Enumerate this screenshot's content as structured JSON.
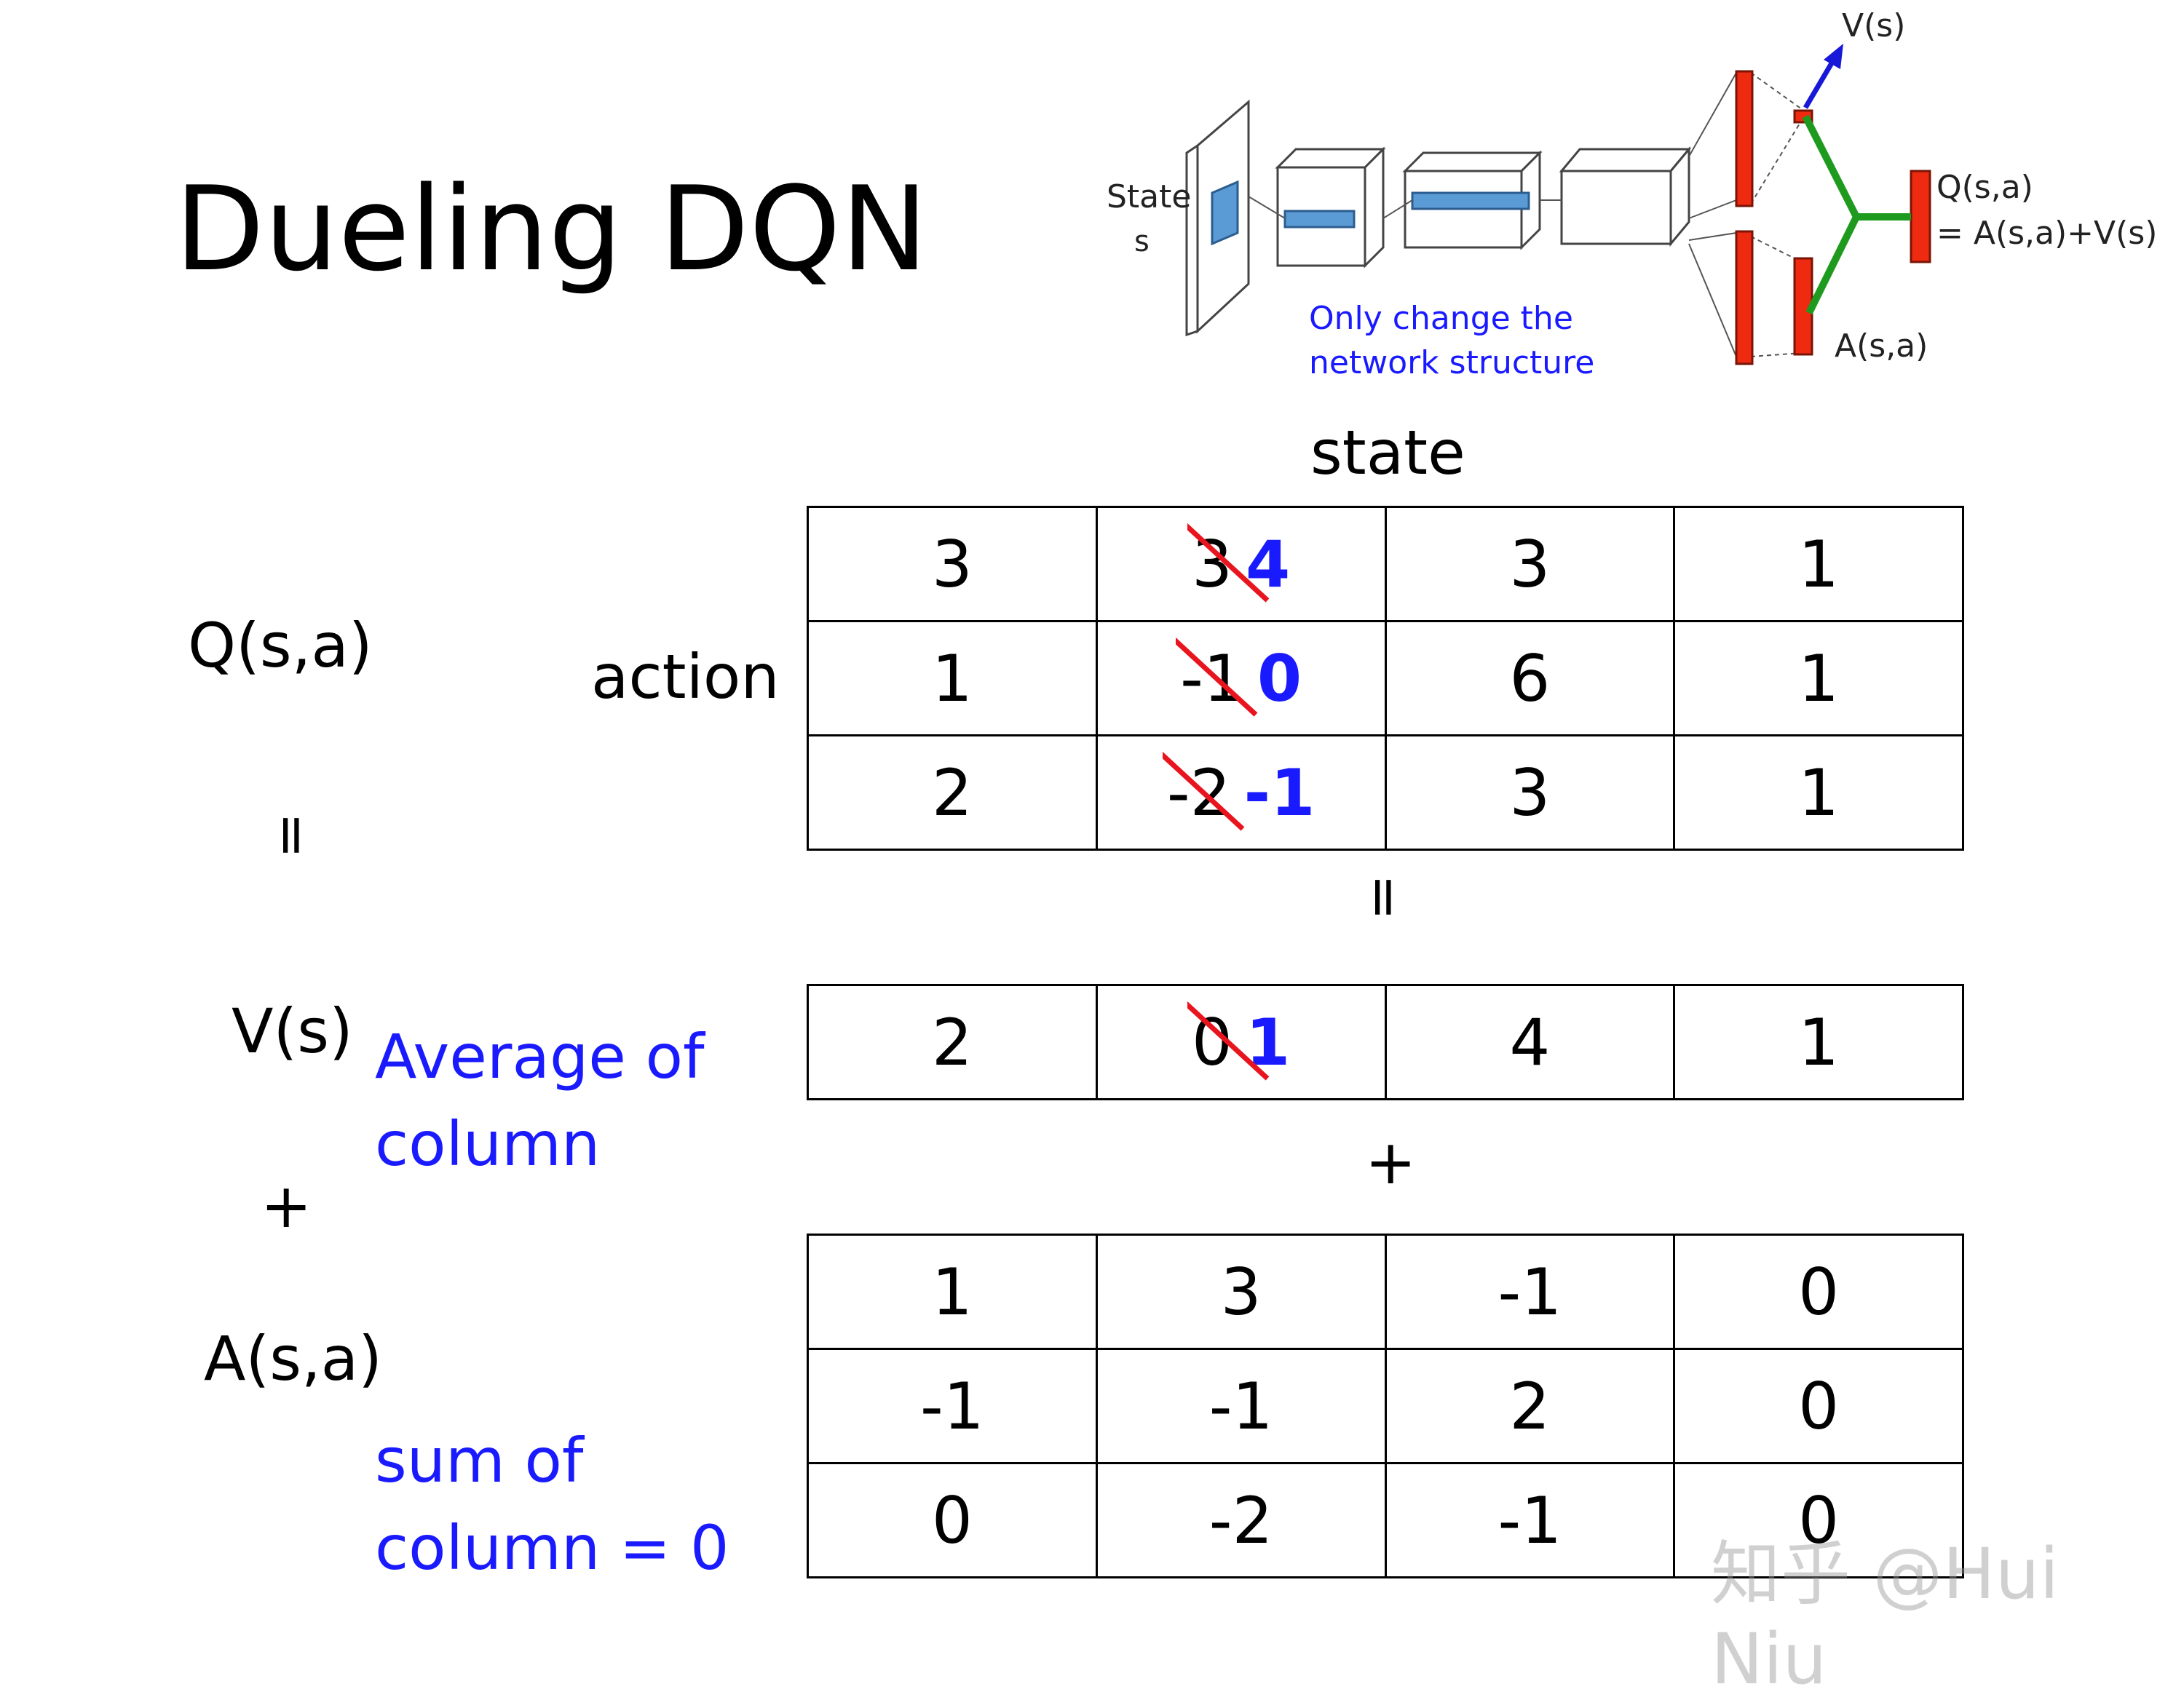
{
  "title": "Dueling DQN",
  "diagram": {
    "state_label_1": "State",
    "state_label_2": "s",
    "note_line_1": "Only change the",
    "note_line_2": "network structure",
    "v_label": "V(s)",
    "q_label_1": "Q(s,a)",
    "q_label_2": "= A(s,a)+V(s)",
    "a_label": "A(s,a)",
    "colors": {
      "red": "#ee2a10",
      "blue_box": "#5b9bd5",
      "green": "#1e9a1e",
      "arrow": "#1818d8"
    }
  },
  "labels": {
    "state": "state",
    "action": "action",
    "q": "Q(s,a)",
    "eq1": "=",
    "v": "V(s)",
    "plus1": "+",
    "a": "A(s,a)",
    "eq2": "=",
    "plus2": "+",
    "avg_line1": "Average of",
    "avg_line2": "column",
    "sum_line1": "sum of",
    "sum_line2": "column = 0"
  },
  "q_table": {
    "rows": [
      [
        "3",
        {
          "old": "3",
          "new": "4"
        },
        "3",
        "1"
      ],
      [
        "1",
        {
          "old": "-1",
          "new": "0"
        },
        "6",
        "1"
      ],
      [
        "2",
        {
          "old": "-2",
          "new": "-1"
        },
        "3",
        "1"
      ]
    ]
  },
  "v_table": {
    "row": [
      "2",
      {
        "old": "0",
        "new": "1"
      },
      "4",
      "1"
    ]
  },
  "a_table": {
    "rows": [
      [
        "1",
        "3",
        "-1",
        "0"
      ],
      [
        "-1",
        "-1",
        "2",
        "0"
      ],
      [
        "0",
        "-2",
        "-1",
        "0"
      ]
    ]
  },
  "watermark": "知乎 @Hui Niu"
}
